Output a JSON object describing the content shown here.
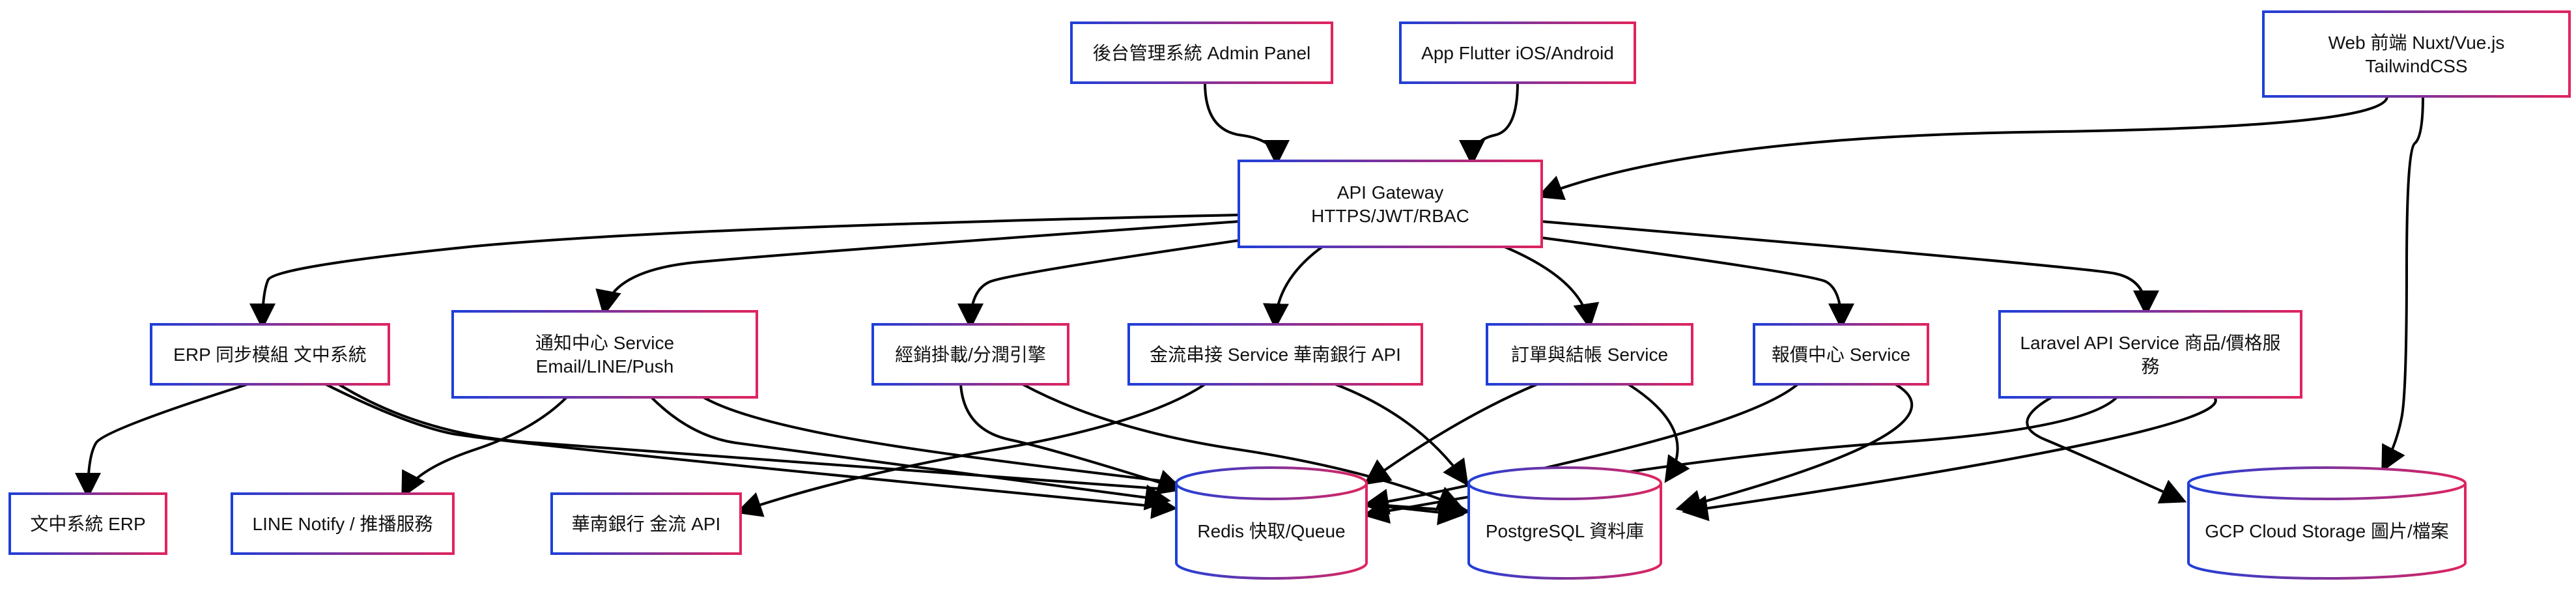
{
  "colors": {
    "box_left_border": "#1f3fd8",
    "box_right_border": "#e0245e",
    "box_fill": "#ffffff",
    "edge": "#000000",
    "text": "#111111"
  },
  "nodes": {
    "admin": [
      "後台管理系統 Admin Panel"
    ],
    "app": [
      "App Flutter iOS/Android"
    ],
    "web": [
      "Web 前端 Nuxt/Vue.js",
      "TailwindCSS"
    ],
    "gateway": [
      "API Gateway",
      "HTTPS/JWT/RBAC"
    ],
    "erp_sync": [
      "ERP 同步模組 文中系統"
    ],
    "notify": [
      "通知中心 Service",
      "Email/LINE/Push"
    ],
    "distrib": [
      "經銷掛載/分潤引擎"
    ],
    "payment": [
      "金流串接 Service 華南銀行 API"
    ],
    "orders": [
      "訂單與結帳 Service"
    ],
    "quote": [
      "報價中心 Service"
    ],
    "laravel": [
      "Laravel API Service 商品/價格服",
      "務"
    ],
    "erp": [
      "文中系統 ERP"
    ],
    "line": [
      "LINE Notify / 推播服務"
    ],
    "bank": [
      "華南銀行 金流 API"
    ],
    "redis": [
      "Redis 快取/Queue"
    ],
    "postgres": [
      "PostgreSQL 資料庫"
    ],
    "gcs": [
      "GCP Cloud Storage 圖片/檔案"
    ]
  },
  "edges": [
    [
      "admin",
      "gateway"
    ],
    [
      "app",
      "gateway"
    ],
    [
      "web",
      "gateway"
    ],
    [
      "web",
      "gcs"
    ],
    [
      "gateway",
      "erp_sync"
    ],
    [
      "gateway",
      "notify"
    ],
    [
      "gateway",
      "distrib"
    ],
    [
      "gateway",
      "payment"
    ],
    [
      "gateway",
      "orders"
    ],
    [
      "gateway",
      "quote"
    ],
    [
      "gateway",
      "laravel"
    ],
    [
      "erp_sync",
      "erp"
    ],
    [
      "erp_sync",
      "redis"
    ],
    [
      "erp_sync",
      "postgres"
    ],
    [
      "notify",
      "line"
    ],
    [
      "notify",
      "redis"
    ],
    [
      "notify",
      "postgres"
    ],
    [
      "distrib",
      "redis"
    ],
    [
      "distrib",
      "postgres"
    ],
    [
      "payment",
      "bank"
    ],
    [
      "payment",
      "postgres"
    ],
    [
      "orders",
      "redis"
    ],
    [
      "orders",
      "postgres"
    ],
    [
      "quote",
      "redis"
    ],
    [
      "quote",
      "postgres"
    ],
    [
      "laravel",
      "redis"
    ],
    [
      "laravel",
      "postgres"
    ],
    [
      "laravel",
      "gcs"
    ]
  ]
}
